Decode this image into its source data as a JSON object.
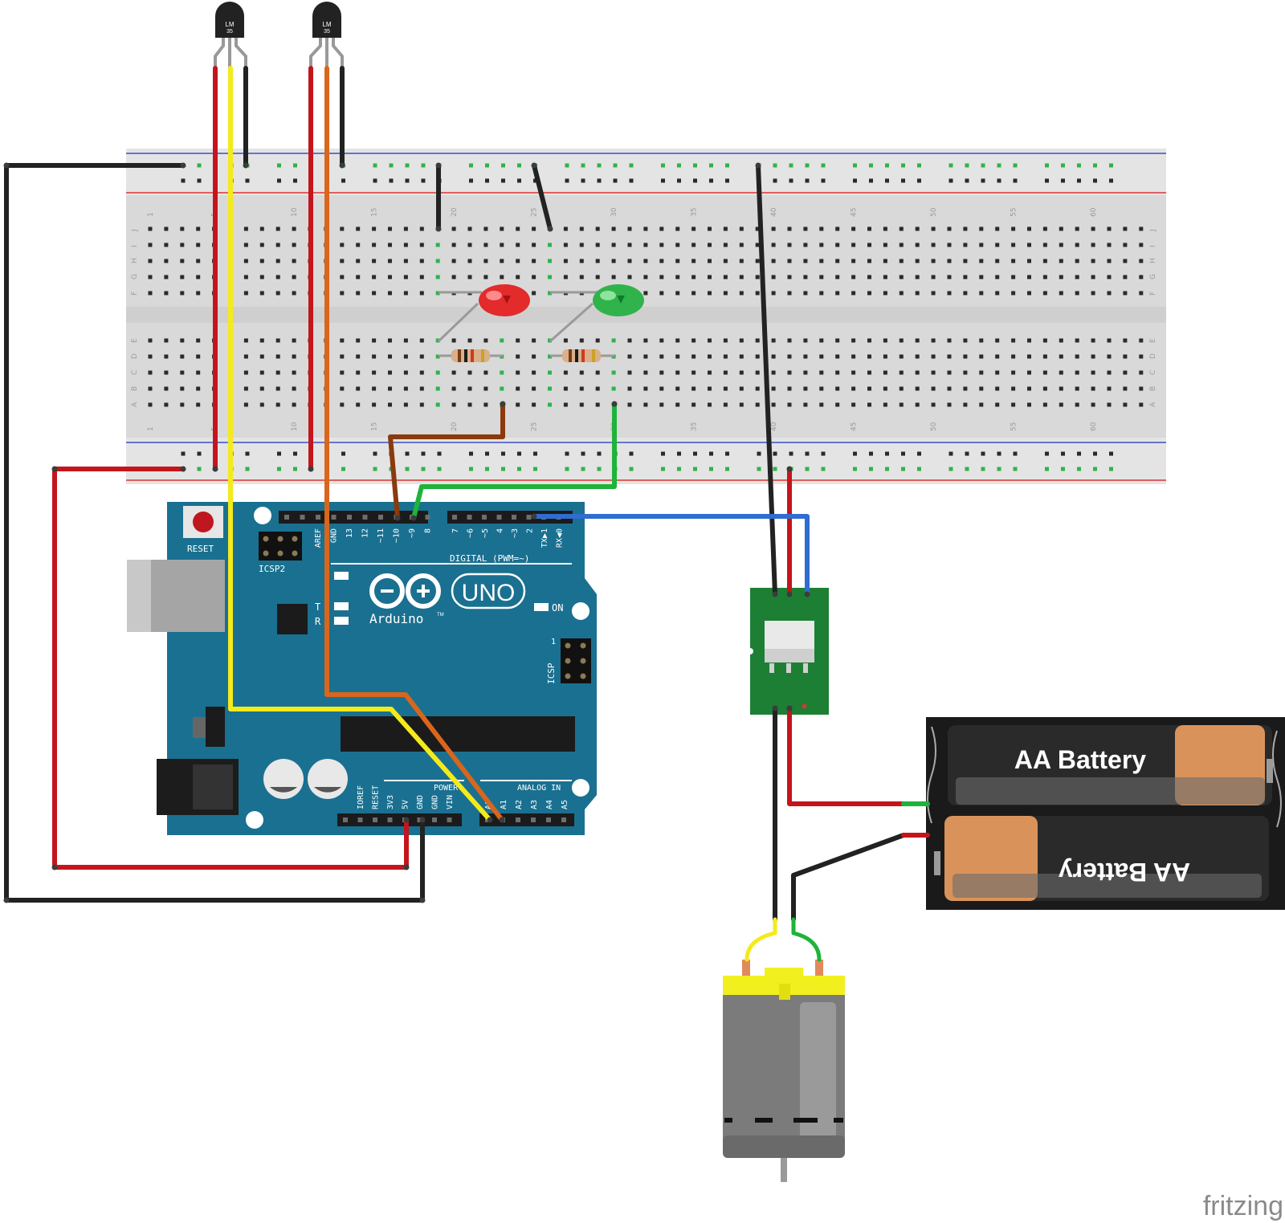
{
  "sensors": [
    {
      "label_top": "LM",
      "label_bottom": "35"
    },
    {
      "label_top": "LM",
      "label_bottom": "35"
    }
  ],
  "breadboard": {
    "column_numbers": [
      "1",
      "5",
      "10",
      "15",
      "20",
      "25",
      "30",
      "35",
      "40",
      "45",
      "50",
      "55",
      "60"
    ],
    "row_letters_top": [
      "J",
      "I",
      "H",
      "G",
      "F"
    ],
    "row_letters_bottom": [
      "E",
      "D",
      "C",
      "B",
      "A"
    ]
  },
  "arduino": {
    "reset_label": "RESET",
    "icsp2_label": "ICSP2",
    "icsp_label": "ICSP",
    "icsp_pin1": "1",
    "brand": "Arduino",
    "trademark": "TM",
    "model": "UNO",
    "on_label": "ON",
    "tx_label": "T",
    "rx_label": "R",
    "digital_label": "DIGITAL (PWM=~)",
    "power_label": "POWER",
    "analog_label": "ANALOG IN",
    "digital_pins_left": [
      "AREF",
      "GND",
      "13",
      "12",
      "~11",
      "~10",
      "~9",
      "8"
    ],
    "digital_pins_right": [
      "7",
      "~6",
      "~5",
      "4",
      "~3",
      "2",
      "TX▶1",
      "RX◀0"
    ],
    "power_pins": [
      "IOREF",
      "RESET",
      "3V3",
      "5V",
      "GND",
      "GND",
      "VIN"
    ],
    "analog_pins": [
      "A0",
      "A1",
      "A2",
      "A3",
      "A4",
      "A5"
    ]
  },
  "battery": {
    "cell_1": "AA Battery",
    "cell_2": "AA Battery"
  },
  "watermark": "fritzing",
  "colors": {
    "wire_red": "#c4151c",
    "wire_black": "#222222",
    "wire_yellow": "#f5ea1a",
    "wire_orange": "#d8661c",
    "wire_brown": "#8b3a0e",
    "wire_green": "#1fb33a",
    "wire_blue": "#2f6dd0",
    "arduino_body": "#1a7090",
    "breadboard": "#d9d9d9"
  }
}
